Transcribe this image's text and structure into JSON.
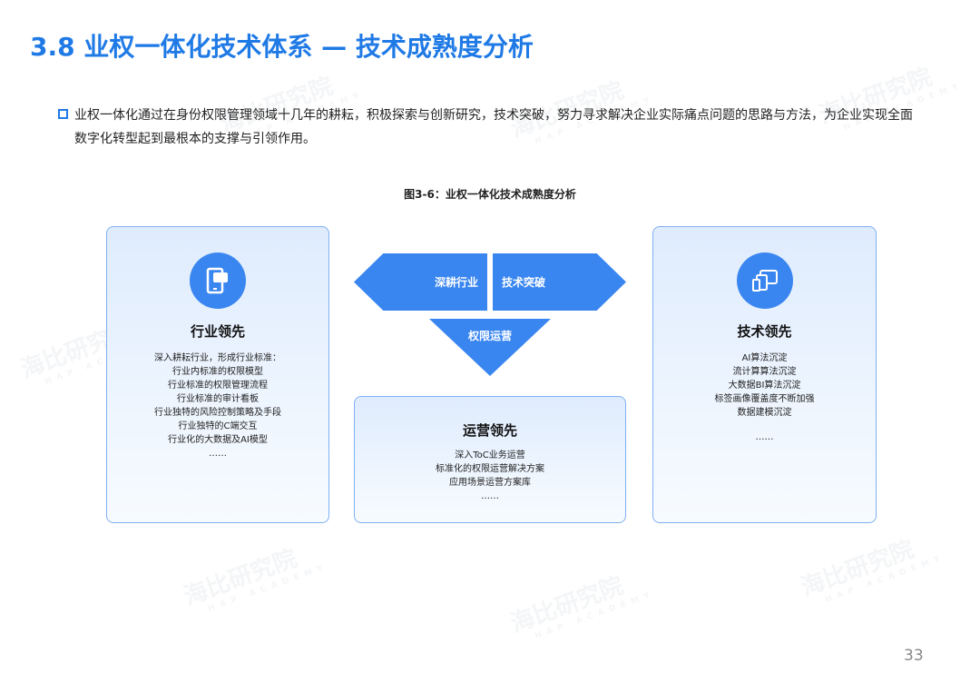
{
  "title": "3.8 业权一体化技术体系 — 技术成熟度分析",
  "intro": "业权一体化通过在身份权限管理领域十几年的耕耘，积极探索与创新研究，技术突破，努力寻求解决企业实际痛点问题的思路与方法，为企业实现全面数字化转型起到最根本的支撑与引领作用。",
  "caption": "图3-6：业权一体化技术成熟度分析",
  "watermark": {
    "text": "海比研究院",
    "sub": "HAP ACADEMY"
  },
  "left": {
    "title": "行业领先",
    "icon": "mobile-chat-icon",
    "lines": [
      "深入耕耘行业，形成行业标准：",
      "行业内标准的权限模型",
      "行业标准的权限管理流程",
      "行业标准的审计看板",
      "行业独特的风险控制策略及手段",
      "行业独特的C端交互",
      "行业化的大数据及AI模型",
      "……"
    ]
  },
  "right": {
    "title": "技术领先",
    "icon": "devices-icon",
    "lines": [
      "AI算法沉淀",
      "流计算算法沉淀",
      "大数据BI算法沉淀",
      "标签画像覆盖度不断加强",
      "数据建模沉淀",
      "……"
    ]
  },
  "bottom": {
    "title": "运营领先",
    "lines": [
      "深入ToC业务运营",
      "标准化的权限运营解决方案",
      "应用场景运营方案库",
      "……"
    ]
  },
  "shapes": {
    "left": "深耕行业",
    "right": "技术突破",
    "down": "权限运营"
  },
  "page_number": "33",
  "colors": {
    "accent": "#1f7ae6",
    "shape": "#3a86f0"
  }
}
